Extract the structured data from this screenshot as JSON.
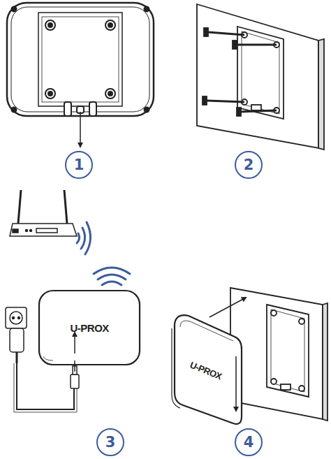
{
  "diagram": {
    "nodes": [
      {
        "text": [
          "1"
        ]
      },
      {
        "text": [
          "2"
        ]
      },
      {
        "text": [
          "3"
        ]
      },
      {
        "text": [
          "4"
        ]
      }
    ],
    "labels": [
      "U-PROX",
      "U-PROX"
    ]
  }
}
